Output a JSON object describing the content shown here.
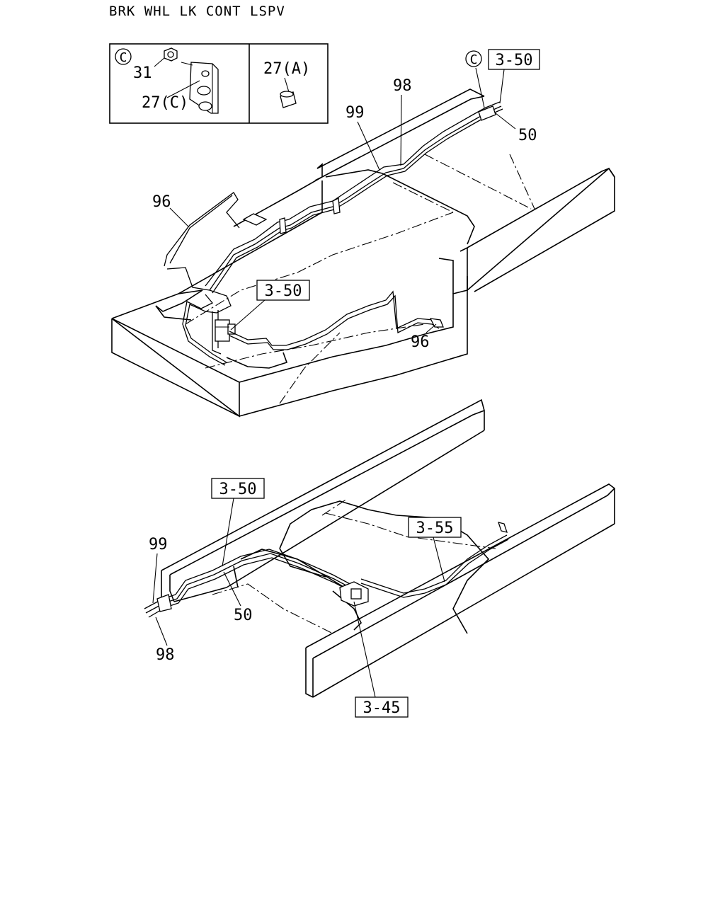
{
  "title": "BRK WHL LK CONT LSPV",
  "callouts": {
    "inset_c_marker": "C",
    "inset_31": "31",
    "inset_27c": "27(C)",
    "inset_27a": "27(A)",
    "top_c_marker": "C",
    "top_ref_350_a": "3-50",
    "top_98": "98",
    "top_99": "99",
    "top_50": "50",
    "top_96_left": "96",
    "top_ref_350_b": "3-50",
    "top_96_right": "96",
    "bot_ref_350": "3-50",
    "bot_99": "99",
    "bot_50": "50",
    "bot_98": "98",
    "bot_ref_355": "3-55",
    "bot_ref_345": "3-45"
  },
  "colors": {
    "line": "#000000",
    "background": "#ffffff"
  }
}
